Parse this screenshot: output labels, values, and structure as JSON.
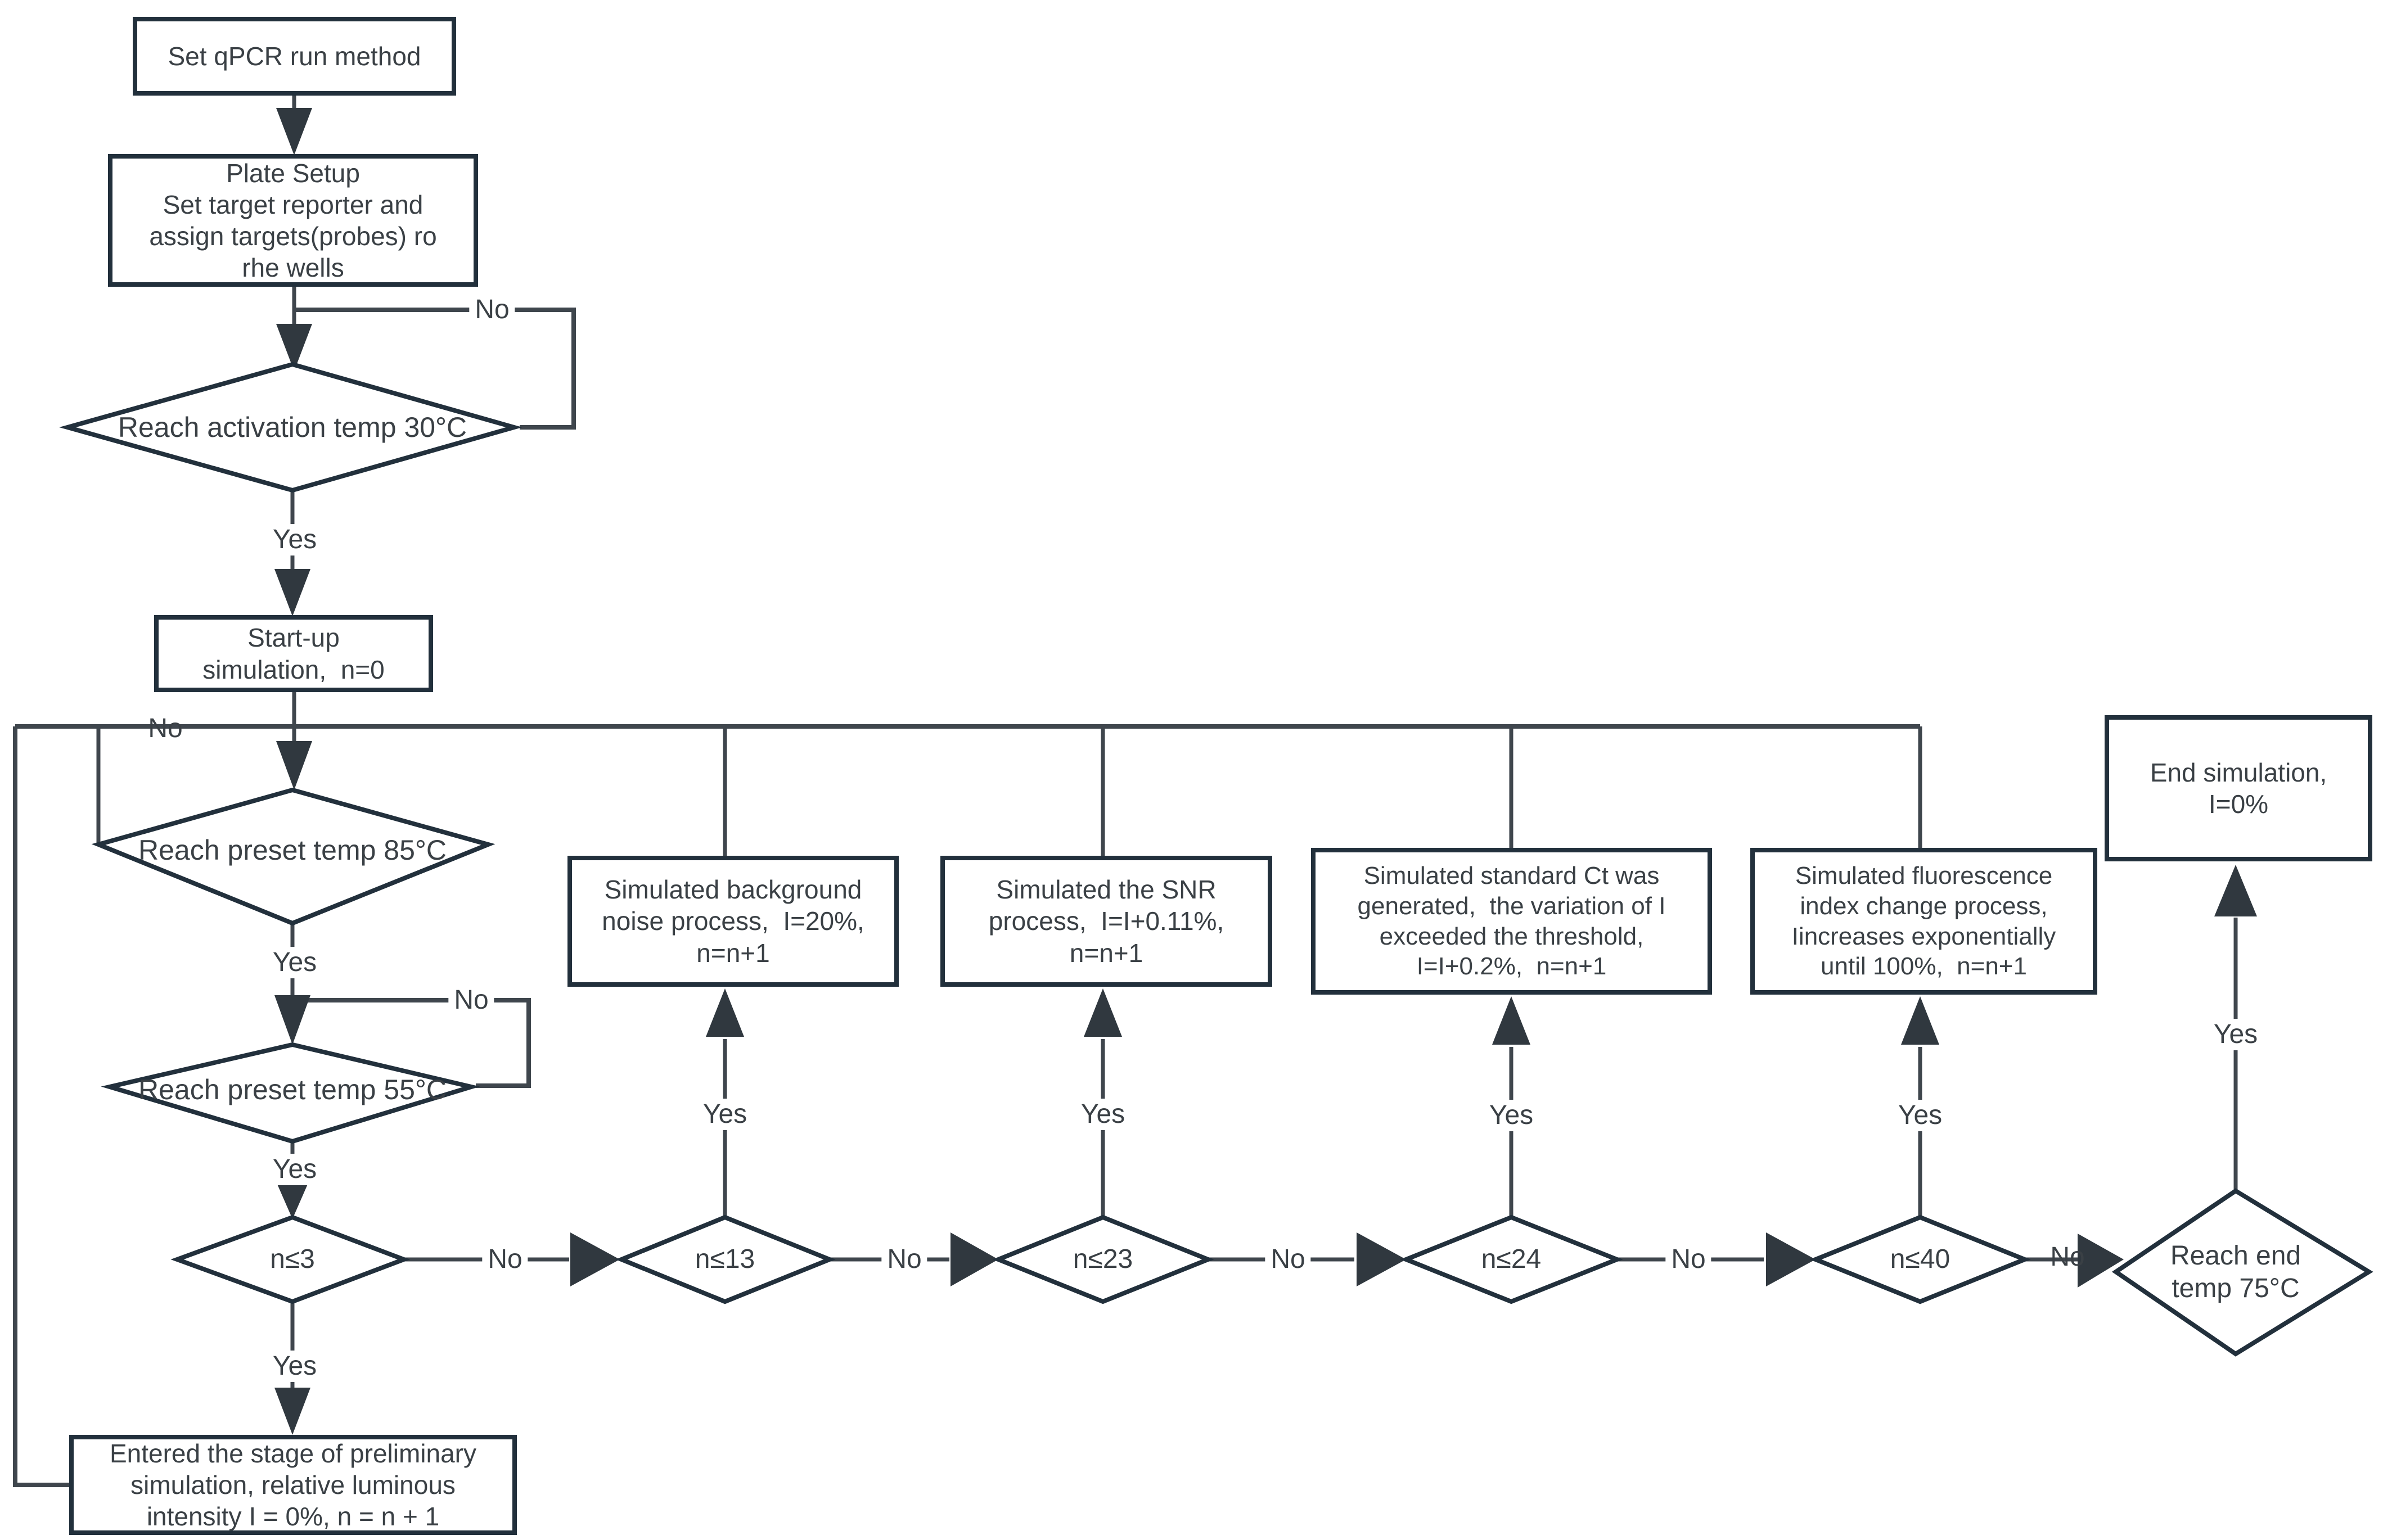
{
  "labels": {
    "yes": "Yes",
    "no": "No"
  },
  "nodes": {
    "set_method": "Set qPCR run method",
    "plate_setup": "Plate Setup\nSet target reporter and\nassign targets(probes) ro\nrhe wells",
    "reach_30": "Reach activation temp 30°C",
    "startup": "Start-up\nsimulation,  n=0",
    "reach_85": "Reach preset temp 85°C",
    "reach_55": "Reach preset temp 55°C",
    "n3": "n≤3",
    "entered": "Entered the stage of preliminary\nsimulation, relative luminous\nintensity I = 0%, n = n + 1",
    "n13": "n≤13",
    "sim_bg": "Simulated background\nnoise process,  I=20%,\nn=n+1",
    "n23": "n≤23",
    "sim_snr": "Simulated the SNR\nprocess,  I=I+0.11%,\nn=n+1",
    "n24": "n≤24",
    "sim_ct": "Simulated standard Ct was\ngenerated,  the variation of I\nexceeded the threshold,\nI=I+0.2%,  n=n+1",
    "n40": "n≤40",
    "sim_fluor": "Simulated fluorescence\nindex change process,\nIincreases exponentially\nuntil 100%,  n=n+1",
    "reach_75": "Reach end\ntemp 75°C",
    "end_sim": "End simulation,\nI=0%"
  },
  "colors": {
    "stroke": "#2b343d",
    "arrow": "#30383f",
    "text": "#3a4045",
    "background": "#ffffff"
  }
}
